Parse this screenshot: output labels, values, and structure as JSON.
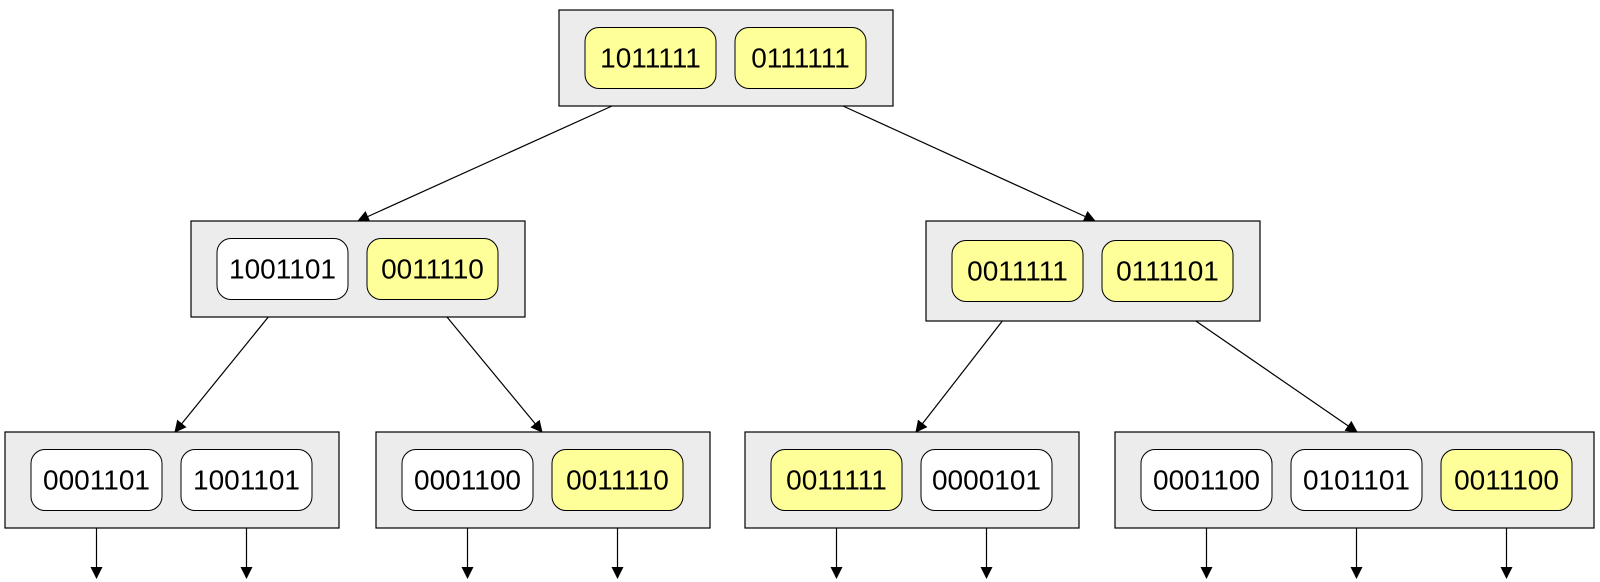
{
  "colors": {
    "highlight_key": "#ffff99",
    "normal_key": "#ffffff",
    "node_background": "#ececec",
    "line": "#000000"
  },
  "tree": {
    "root": {
      "id": "root",
      "keys": [
        {
          "value": "1011111",
          "highlighted": true
        },
        {
          "value": "0111111",
          "highlighted": true
        }
      ]
    },
    "level1": [
      {
        "id": "left",
        "keys": [
          {
            "value": "1001101",
            "highlighted": false
          },
          {
            "value": "0011110",
            "highlighted": true
          }
        ]
      },
      {
        "id": "right",
        "keys": [
          {
            "value": "0011111",
            "highlighted": true
          },
          {
            "value": "0111101",
            "highlighted": true
          }
        ]
      }
    ],
    "leaves": [
      {
        "id": "leaf-1",
        "keys": [
          {
            "value": "0001101",
            "highlighted": false
          },
          {
            "value": "1001101",
            "highlighted": false
          }
        ]
      },
      {
        "id": "leaf-2",
        "keys": [
          {
            "value": "0001100",
            "highlighted": false
          },
          {
            "value": "0011110",
            "highlighted": true
          }
        ]
      },
      {
        "id": "leaf-3",
        "keys": [
          {
            "value": "0011111",
            "highlighted": true
          },
          {
            "value": "0000101",
            "highlighted": false
          }
        ]
      },
      {
        "id": "leaf-4",
        "keys": [
          {
            "value": "0001100",
            "highlighted": false
          },
          {
            "value": "0101101",
            "highlighted": false
          },
          {
            "value": "0011100",
            "highlighted": true
          }
        ]
      }
    ]
  }
}
